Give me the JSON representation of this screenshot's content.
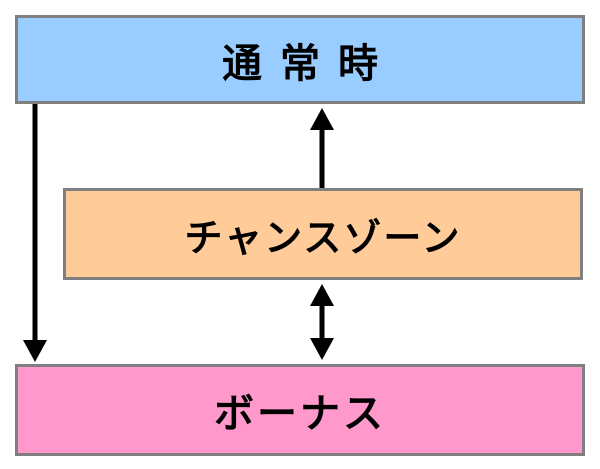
{
  "states": {
    "normal": {
      "label": "通常時",
      "color": "#99ccff"
    },
    "chance_zone": {
      "label": "チャンスゾーン",
      "color": "#ffcc99"
    },
    "bonus": {
      "label": "ボーナス",
      "color": "#ff99cc"
    }
  },
  "transitions": [
    {
      "from": "normal",
      "to": "bonus",
      "direction": "one-way"
    },
    {
      "from": "chance_zone",
      "to": "normal",
      "direction": "one-way"
    },
    {
      "from": "chance_zone",
      "to": "bonus",
      "direction": "two-way"
    }
  ],
  "colors": {
    "border": "#808080",
    "arrow": "#000000",
    "text": "#000000"
  }
}
